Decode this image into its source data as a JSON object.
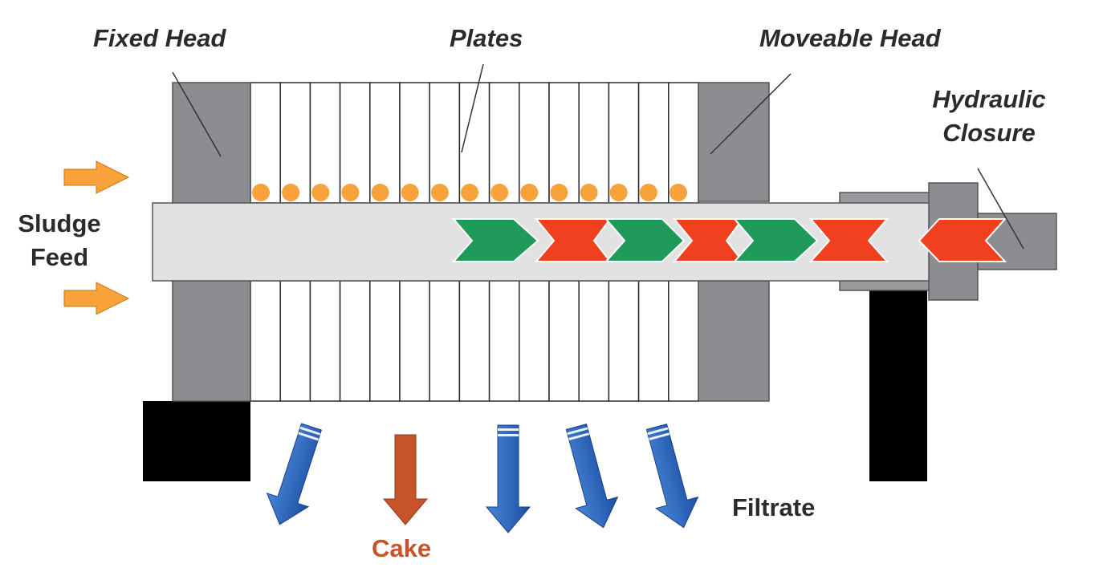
{
  "labels": {
    "fixed_head": "Fixed Head",
    "plates": "Plates",
    "moveable_head": "Moveable Head",
    "hydraulic_line1": "Hydraulic",
    "hydraulic_line2": "Closure",
    "sludge_line1": "Sludge",
    "sludge_line2": "Feed",
    "filtrate": "Filtrate",
    "cake": "Cake"
  },
  "colors": {
    "head_gray": "#8c8d91",
    "rod_gray": "#e2e2e2",
    "base_black": "#000000",
    "feed_orange": "#f7a23a",
    "dot_orange": "#f7a23a",
    "chevron_green": "#1f9a5a",
    "chevron_red": "#f1401f",
    "filtrate_blue": "#1f5cb8",
    "cake_brown": "#c7532a",
    "cake_text": "#c7532a",
    "label_text": "#2b2b2b"
  }
}
